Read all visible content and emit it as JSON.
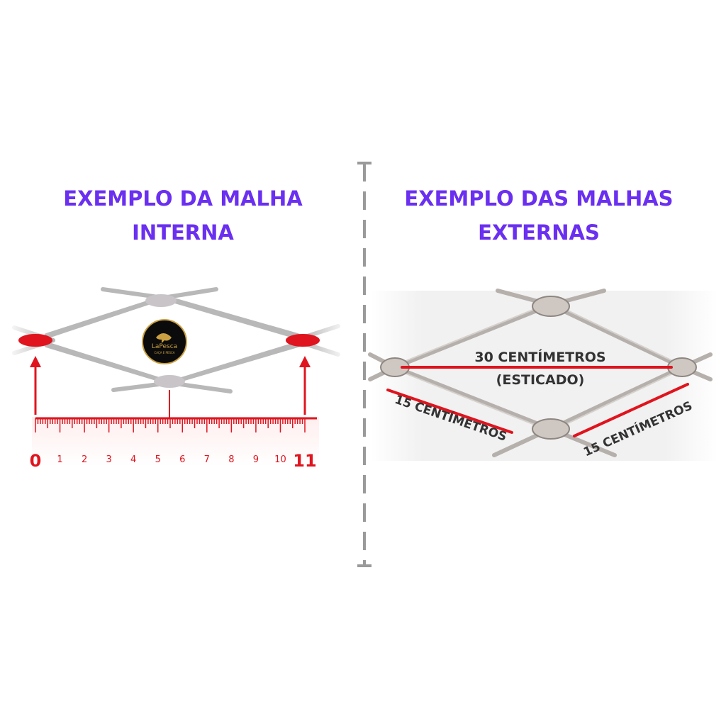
{
  "left_panel": {
    "heading_line1": "EXEMPLO DA MALHA",
    "heading_line2": "INTERNA",
    "logo_text": "LaPesca",
    "logo_subtext": "CAÇA E PESCA",
    "ruler_labels": [
      "0",
      "1",
      "2",
      "3",
      "4",
      "5",
      "6",
      "7",
      "8",
      "9",
      "10",
      "11"
    ]
  },
  "right_panel": {
    "heading_line1": "EXEMPLO DAS MALHAS",
    "heading_line2": "EXTERNAS",
    "stretched_label_line1": "30 CENTÍMETROS",
    "stretched_label_line2": "(ESTICADO)",
    "side_label_left": "15 CENTÍMETROS",
    "side_label_right": "15 CENTÍMETROS"
  },
  "colors": {
    "heading": "#6a2ff0",
    "measure_red": "#e0141e",
    "net_gray": "#b8b8b8",
    "divider": "#9a9a9a"
  }
}
